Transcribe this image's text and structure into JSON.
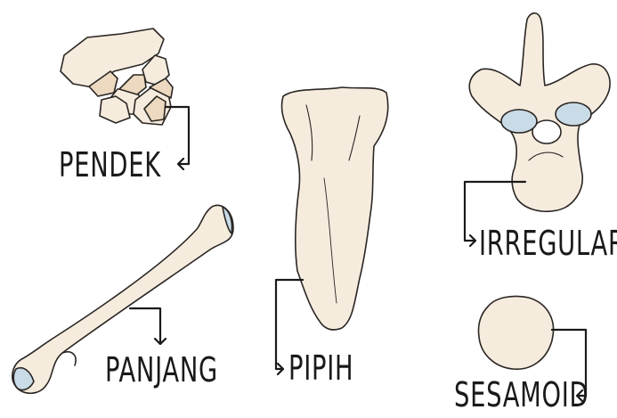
{
  "labels": {
    "pendek": "PENDEK",
    "panjang": "PANJANG",
    "pipih": "PIPIH",
    "irregular": "IRREGULAR",
    "sesamoid": "SESAMOID"
  },
  "colors": {
    "bone": "#f6ecde",
    "bone_shade": "#ecd9bf",
    "cartilage": "#c8dbe6",
    "outline": "#2a2623"
  }
}
